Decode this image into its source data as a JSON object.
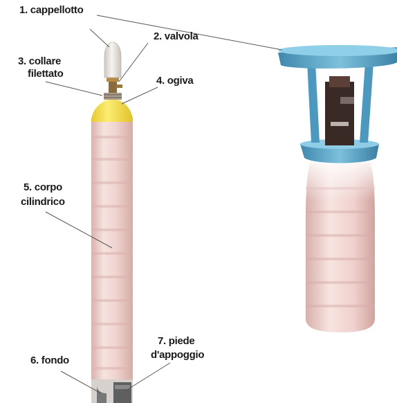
{
  "labels": {
    "cappellotto": "1. cappellotto",
    "valvola": "2. valvola",
    "collare_line1": "3. collare",
    "collare_line2": "filettato",
    "ogiva": "4. ogiva",
    "corpo_line1": "5. corpo",
    "corpo_line2": "cilindrico",
    "fondo": "6. fondo",
    "piede_line1": "7. piede",
    "piede_line2": "d'appoggio"
  },
  "colors": {
    "cylinder_body": "#f2d8d5",
    "cylinder_band": "#e4bdb8",
    "ogiva": "#f3df47",
    "cap": "#e6e2de",
    "valve": "#8a6b3a",
    "collar": "#a89b8c",
    "foot": "#666666",
    "guard_blue": "#5aa6c6",
    "guard_blue_dark": "#2f6f94",
    "leader_line": "#555555"
  }
}
